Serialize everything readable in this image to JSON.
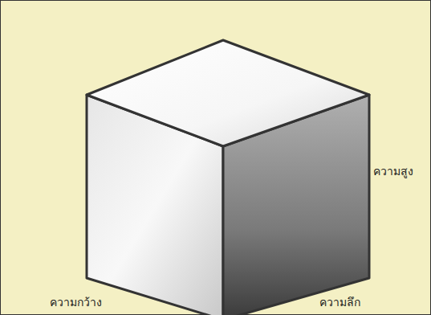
{
  "diagram": {
    "labels": [
      "ความสูง",
      "ความกว้าง",
      "ความลึก"
    ]
  }
}
